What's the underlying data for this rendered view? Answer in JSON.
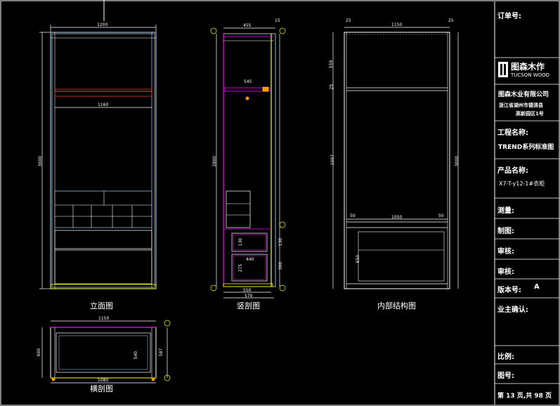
{
  "views": {
    "front": "立面图",
    "section": "竖剖图",
    "inner": "内部结构图",
    "plan": "横剖图"
  },
  "dimensions": {
    "front_width": "1200",
    "front_rail": "1160",
    "front_height": "3000",
    "sec_top": "455",
    "sec_top2": "15",
    "sec_rail": "545",
    "sec_height": "2800",
    "sec_drawer1": "130",
    "sec_drawer2": "130",
    "sec_drawer3": "440",
    "sec_drawer4": "275",
    "sec_drawer5": "300",
    "sec_bottom1": "550",
    "sec_bottom2": "570",
    "inner_top_left": "25",
    "inner_width": "1150",
    "inner_top_right": "25",
    "inner_mid": "1050",
    "inner_mid_l": "50",
    "inner_mid_r": "50",
    "inner_height": "3000",
    "inner_h1": "1007",
    "inner_h2": "25",
    "inner_h3": "559",
    "inner_h4": "650",
    "plan_width": "1150",
    "plan_inner": "1080",
    "plan_depth": "600",
    "plan_depth2": "540",
    "plan_depth3": "587"
  },
  "title_block": {
    "order_label": "订单号:",
    "logo_cn": "图森木作",
    "logo_en": "TUCSON WOOD",
    "company": "图森木业有限公司",
    "address1": "浙江省湖州市德清县",
    "address2": "高新园区1号",
    "project_label": "工程名称:",
    "project_value": "TREND系列标准图",
    "product_label": "产品名称:",
    "product_value": "X7-T-y12-1#衣柜",
    "measure_label": "测量:",
    "draw_label": "制图:",
    "review_label": "审核:",
    "approve_label": "审核:",
    "version_label": "版本号:",
    "version_value": "A",
    "owner_label": "业主确认:",
    "scale_label": "比例:",
    "drawing_no_label": "图号:",
    "page_label": "第 13 页,共 98 页"
  },
  "colors": {
    "background": "#000000",
    "line": "#ffffff",
    "panel": "#8fb8d8",
    "section_outline": "#ff00ff",
    "yellow": "#ffff00",
    "red": "#ff3030",
    "orange": "#ff9900",
    "blue": "#2a5cff"
  }
}
